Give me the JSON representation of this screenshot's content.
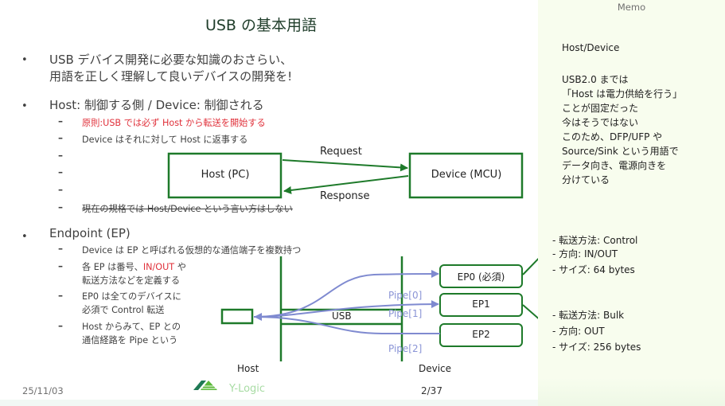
{
  "slide": {
    "title": "USB の基本用語",
    "bullets": [
      {
        "lines": [
          "USB デバイス開発に必要な知識のおさらい、",
          "用語を正しく理解して良いデバイスの開発を!"
        ]
      },
      {
        "lines": [
          "Host: 制御する側 / Device: 制御される"
        ],
        "subs": [
          {
            "text": "原則:USB では必ず Host から転送を開始する",
            "style": "red"
          },
          {
            "text": "Device はそれに対して Host に返事する"
          },
          {
            "text": ""
          },
          {
            "text": ""
          },
          {
            "text": ""
          },
          {
            "text": "現在の規格では Host/Device という言い方はしない",
            "style": "strikethrough"
          }
        ]
      },
      {
        "lines": [
          "Endpoint (EP)"
        ],
        "subs": [
          {
            "text": "Device は EP と呼ばれる仮想的な通信端子を複数持つ"
          },
          {
            "lines": [
              "各 EP は番号、",
              "IN/OUT",
              " や",
              "転送方法などを定義する"
            ]
          },
          {
            "lines": [
              "EP0 は全てのデバイスに",
              "必須で Control 転送"
            ]
          },
          {
            "lines": [
              "Host からみて、EP との",
              "通信経路を Pipe という"
            ]
          }
        ]
      }
    ],
    "bullet_glyph": "•",
    "dash_glyph": "–"
  },
  "diagram1": {
    "host_label": "Host (PC)",
    "device_label": "Device (MCU)",
    "request_label": "Request",
    "response_label": "Response",
    "line_color": "#1e7a2a"
  },
  "diagram2": {
    "host_label": "Host",
    "device_label": "Device",
    "bus_label": "USB",
    "endpoints": [
      "EP0 (必須)",
      "EP1",
      "EP2"
    ],
    "pipes": [
      "Pipe[0]",
      "Pipe[1]",
      "Pipe[2]"
    ],
    "line_color": "#1e7a2a",
    "pipe_color": "#7f8ad0"
  },
  "ep_details": [
    {
      "lines": [
        "- 転送方法: Control",
        "- 方向: IN/OUT",
        "- サイズ: 64 bytes"
      ]
    },
    {
      "lines": [
        "- 転送方法: Bulk",
        "- 方向: OUT",
        "- サイズ: 256 bytes"
      ]
    }
  ],
  "footer": {
    "date": "25/11/03",
    "logo_text": "Y-Logic",
    "page": "2/37"
  },
  "memo": {
    "title": "Memo",
    "heading": "Host/Device",
    "lines": [
      "USB2.0 までは",
      "「Host は電力供給を行う」",
      "ことが固定だった",
      "今はそうではない",
      "このため、DFP/UFP や",
      "Source/Sink という用語で",
      "データ向き、電源向きを",
      "分けている"
    ]
  }
}
